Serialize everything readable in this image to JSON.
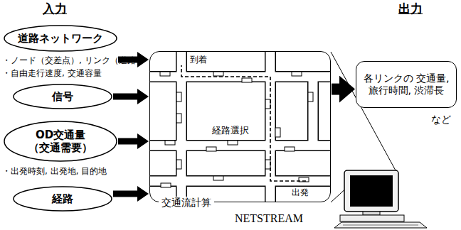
{
  "diagram": {
    "nodes": [
      {
        "text": [
          "道路ネットワーク"
        ]
      },
      {
        "text": [
          "信号"
        ]
      },
      {
        "text": [
          "OD交通量 （交通需要）"
        ]
      },
      {
        "text": [
          "経路"
        ]
      },
      {
        "text": [
          "交通流計算"
        ]
      },
      {
        "text": [
          "各リンクの 交通量, 旅行時間, 渋滞長"
        ]
      }
    ],
    "edges": [
      {
        "from": 0,
        "to": 4,
        "arrow": "to"
      },
      {
        "from": 1,
        "to": 4,
        "arrow": "to"
      },
      {
        "from": 2,
        "to": 4,
        "arrow": "to"
      },
      {
        "from": 3,
        "to": 4,
        "arrow": "to"
      },
      {
        "from": 4,
        "to": 5,
        "arrow": "to"
      }
    ],
    "labels": [
      "入力",
      "出力",
      "・ノード（交差点）, リンク（道路）",
      "・自由走行速度, 交通容量",
      "・出発時刻, 出発地, 目的地",
      "到着",
      "経路選択",
      "出発",
      "など",
      "NETSTREAM"
    ]
  }
}
